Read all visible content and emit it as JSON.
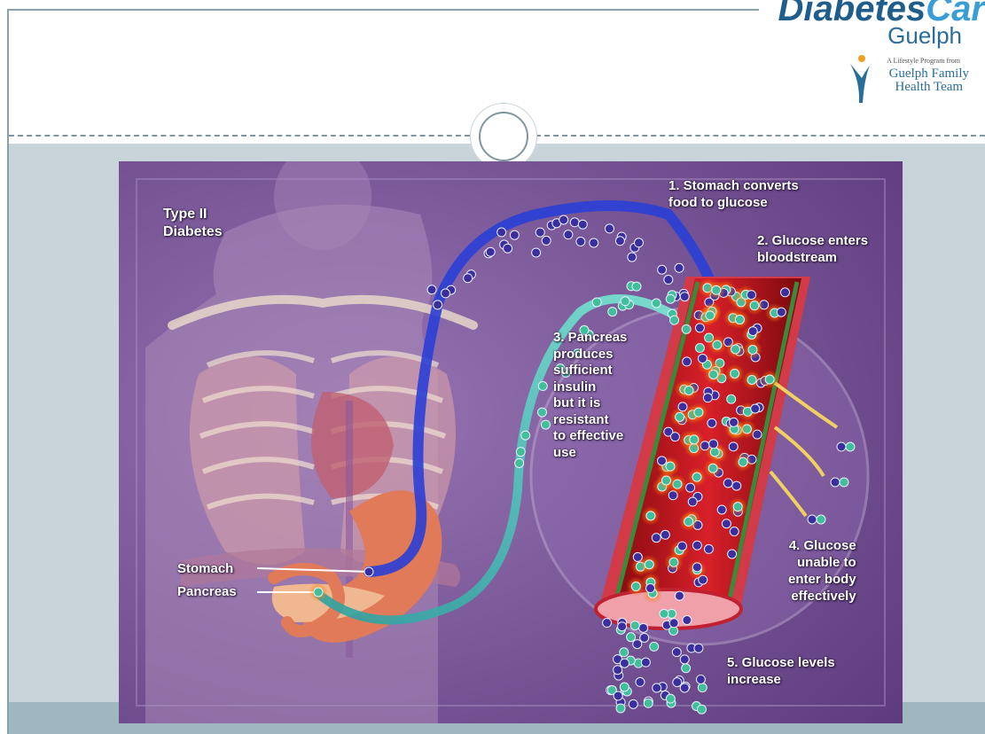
{
  "logo": {
    "word1": "Diabetes",
    "word2": "Car",
    "city": "Guelph",
    "tagline": "A Lifestyle Program from",
    "partner_line1": "Guelph Family",
    "partner_line2": "Health Team"
  },
  "illustration": {
    "title_line1": "Type II",
    "title_line2": "Diabetes",
    "step1_line1": "1. Stomach converts",
    "step1_line2": "food to glucose",
    "step2_line1": "2. Glucose enters",
    "step2_line2": "bloodstream",
    "step3_lines": [
      "3. Pancreas",
      "produces",
      "sufficient",
      "insulin",
      "but it is",
      "resistant",
      "to effective",
      "use"
    ],
    "step4_lines": [
      "4. Glucose",
      "unable to",
      "enter body",
      "effectively"
    ],
    "step5_line1": "5. Glucose levels",
    "step5_line2": "increase",
    "label_stomach": "Stomach",
    "label_pancreas": "Pancreas"
  },
  "colors": {
    "glucose": "#3b2e9e",
    "insulin": "#3fbf9a",
    "vessel": "#c0141c",
    "background": "#7a4f96",
    "frame": "#8aa0ac"
  }
}
